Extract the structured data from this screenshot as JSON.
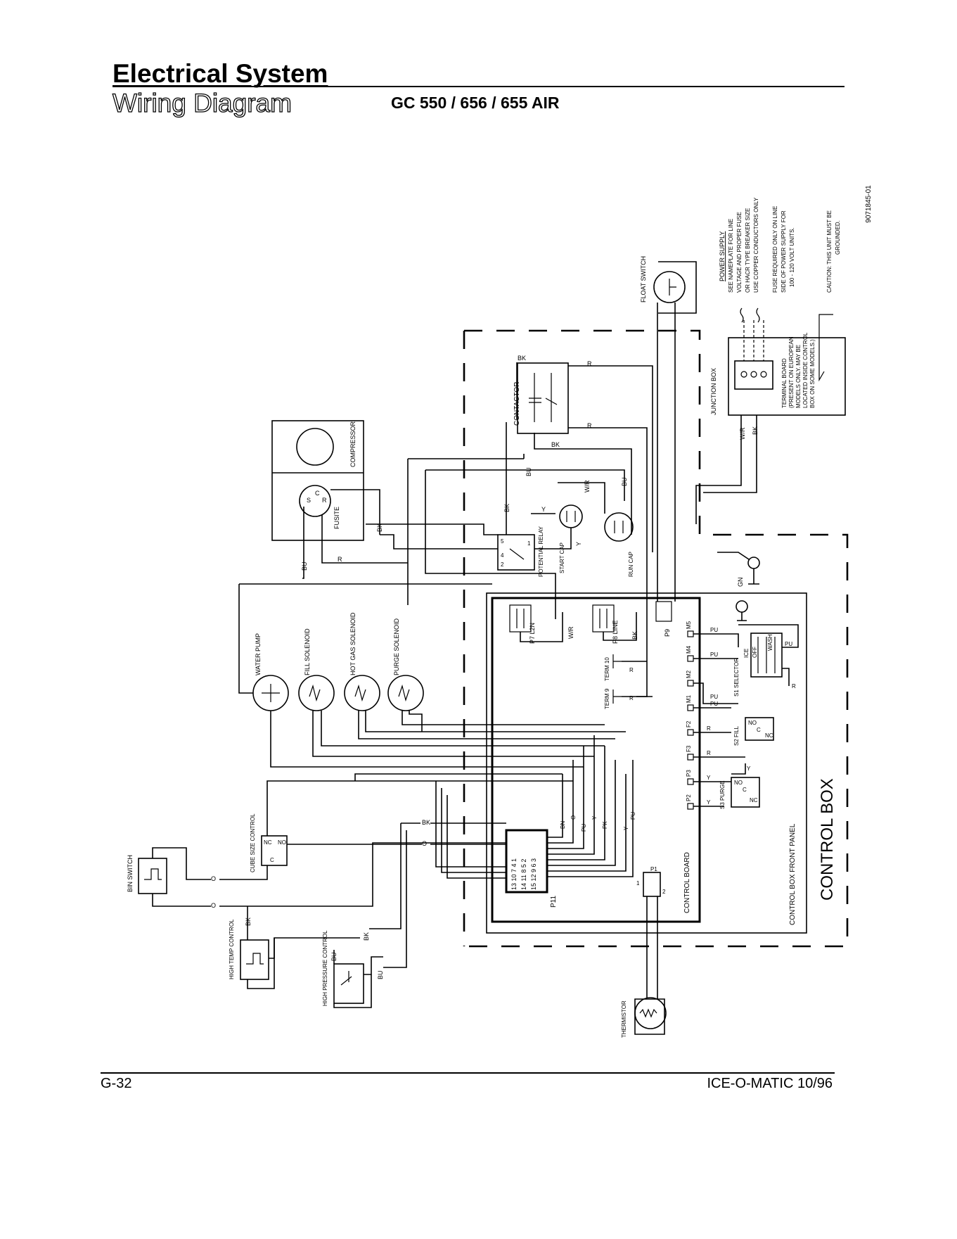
{
  "header": {
    "title": "Electrical System",
    "subtitle": "Wiring Diagram",
    "models": "GC 550 / 656 / 655 AIR"
  },
  "footer": {
    "page": "G-32",
    "brand": "ICE-O-MATIC 10/96"
  },
  "diagram": {
    "part_number": "9071845-01",
    "power_supply": {
      "title": "POWER SUPPLY",
      "notes": [
        "SEE NAMEPLATE FOR LINE",
        "VOLTAGE AND PROPER FUSE",
        "OR HACR TYPE BREAKER SIZE",
        "USE COPPER CONDUCTORS ONLY",
        "",
        "FUSE REQUIRED ONLY ON LINE",
        "SIDE OF POWER SUPPLY FOR",
        "100 - 120 VOLT UNITS."
      ],
      "caution": "CAUTION:  THIS UNIT MUST BE",
      "caution2": "GROUNDED."
    },
    "terminal_note": [
      "TERMINAL BOARD",
      "(PRESENT ON EUROPEAN",
      "MODELS ONLY.  MAY BE",
      "LOCATED INSIDE CONTROL",
      "BOX ON SOME MODELS.)"
    ],
    "components": {
      "junction_box": "JUNCTION BOX",
      "float_switch": "FLOAT SWITCH",
      "compressor": "COMPRESSOR",
      "fusite": "FUSITE",
      "contactor": "CONTACTOR",
      "potential_relay": "POTENTIAL RELAY",
      "start_cap": "START CAP",
      "run_cap": "RUN CAP",
      "water_pump": "WATER PUMP",
      "fill_solenoid": "FILL SOLENOID",
      "hot_gas_solenoid": "HOT GAS SOLENOID",
      "purge_solenoid": "PURGE SOLENOID",
      "bin_switch": "BIN SWITCH",
      "cube_size_control": "CUBE SIZE CONTROL",
      "high_temp_control": "HIGH TEMP CONTROL",
      "high_pressure_control": "HIGH PRESSURE CONTROL",
      "thermistor": "THERMISTOR",
      "control_board": "CONTROL BOARD",
      "control_box_front_panel": "CONTROL BOX FRONT PANEL",
      "control_box": "CONTROL BOX",
      "s1_selector": "S1 SELECTOR",
      "s2_fill": "S2 FILL",
      "s3_purge": "S3 PURGE",
      "ice": "ICE",
      "off": "OFF",
      "wash": "WASH",
      "p7": "P7  L2N",
      "p8": "P8  LINE",
      "p9": "P9",
      "p11": "P11",
      "p1": "P1",
      "term9": "TERM 9",
      "term10": "TERM 10",
      "fusite_s": "S",
      "fusite_c": "C",
      "fusite_r": "R",
      "cube_nc": "NC",
      "cube_no": "NO",
      "cube_c": "C",
      "s2_no": "NO",
      "s2_c": "C",
      "s2_nc": "NC",
      "s3_no": "NO",
      "s3_c": "C",
      "s3_nc": "NC",
      "relay_5": "5",
      "relay_1": "1",
      "relay_2": "2",
      "relay_4": "4",
      "p1_1": "1",
      "p1_2": "2"
    },
    "connector_pins": {
      "M5": "M5",
      "M4": "M4",
      "M2": "M2",
      "M1": "M1",
      "F2": "F2",
      "F3": "F3",
      "P3": "P3",
      "P2": "P2"
    },
    "p11_rows": [
      "13 10 7 4 1",
      "14 11 8 5 2",
      "15 12 9 6 3"
    ],
    "wire_colors": {
      "BK": "BK",
      "R": "R",
      "BU": "BU",
      "W/R": "W/R",
      "Y": "Y",
      "PU": "PU",
      "PK": "PK",
      "BN": "BN",
      "O": "O",
      "GN": "GN"
    }
  }
}
